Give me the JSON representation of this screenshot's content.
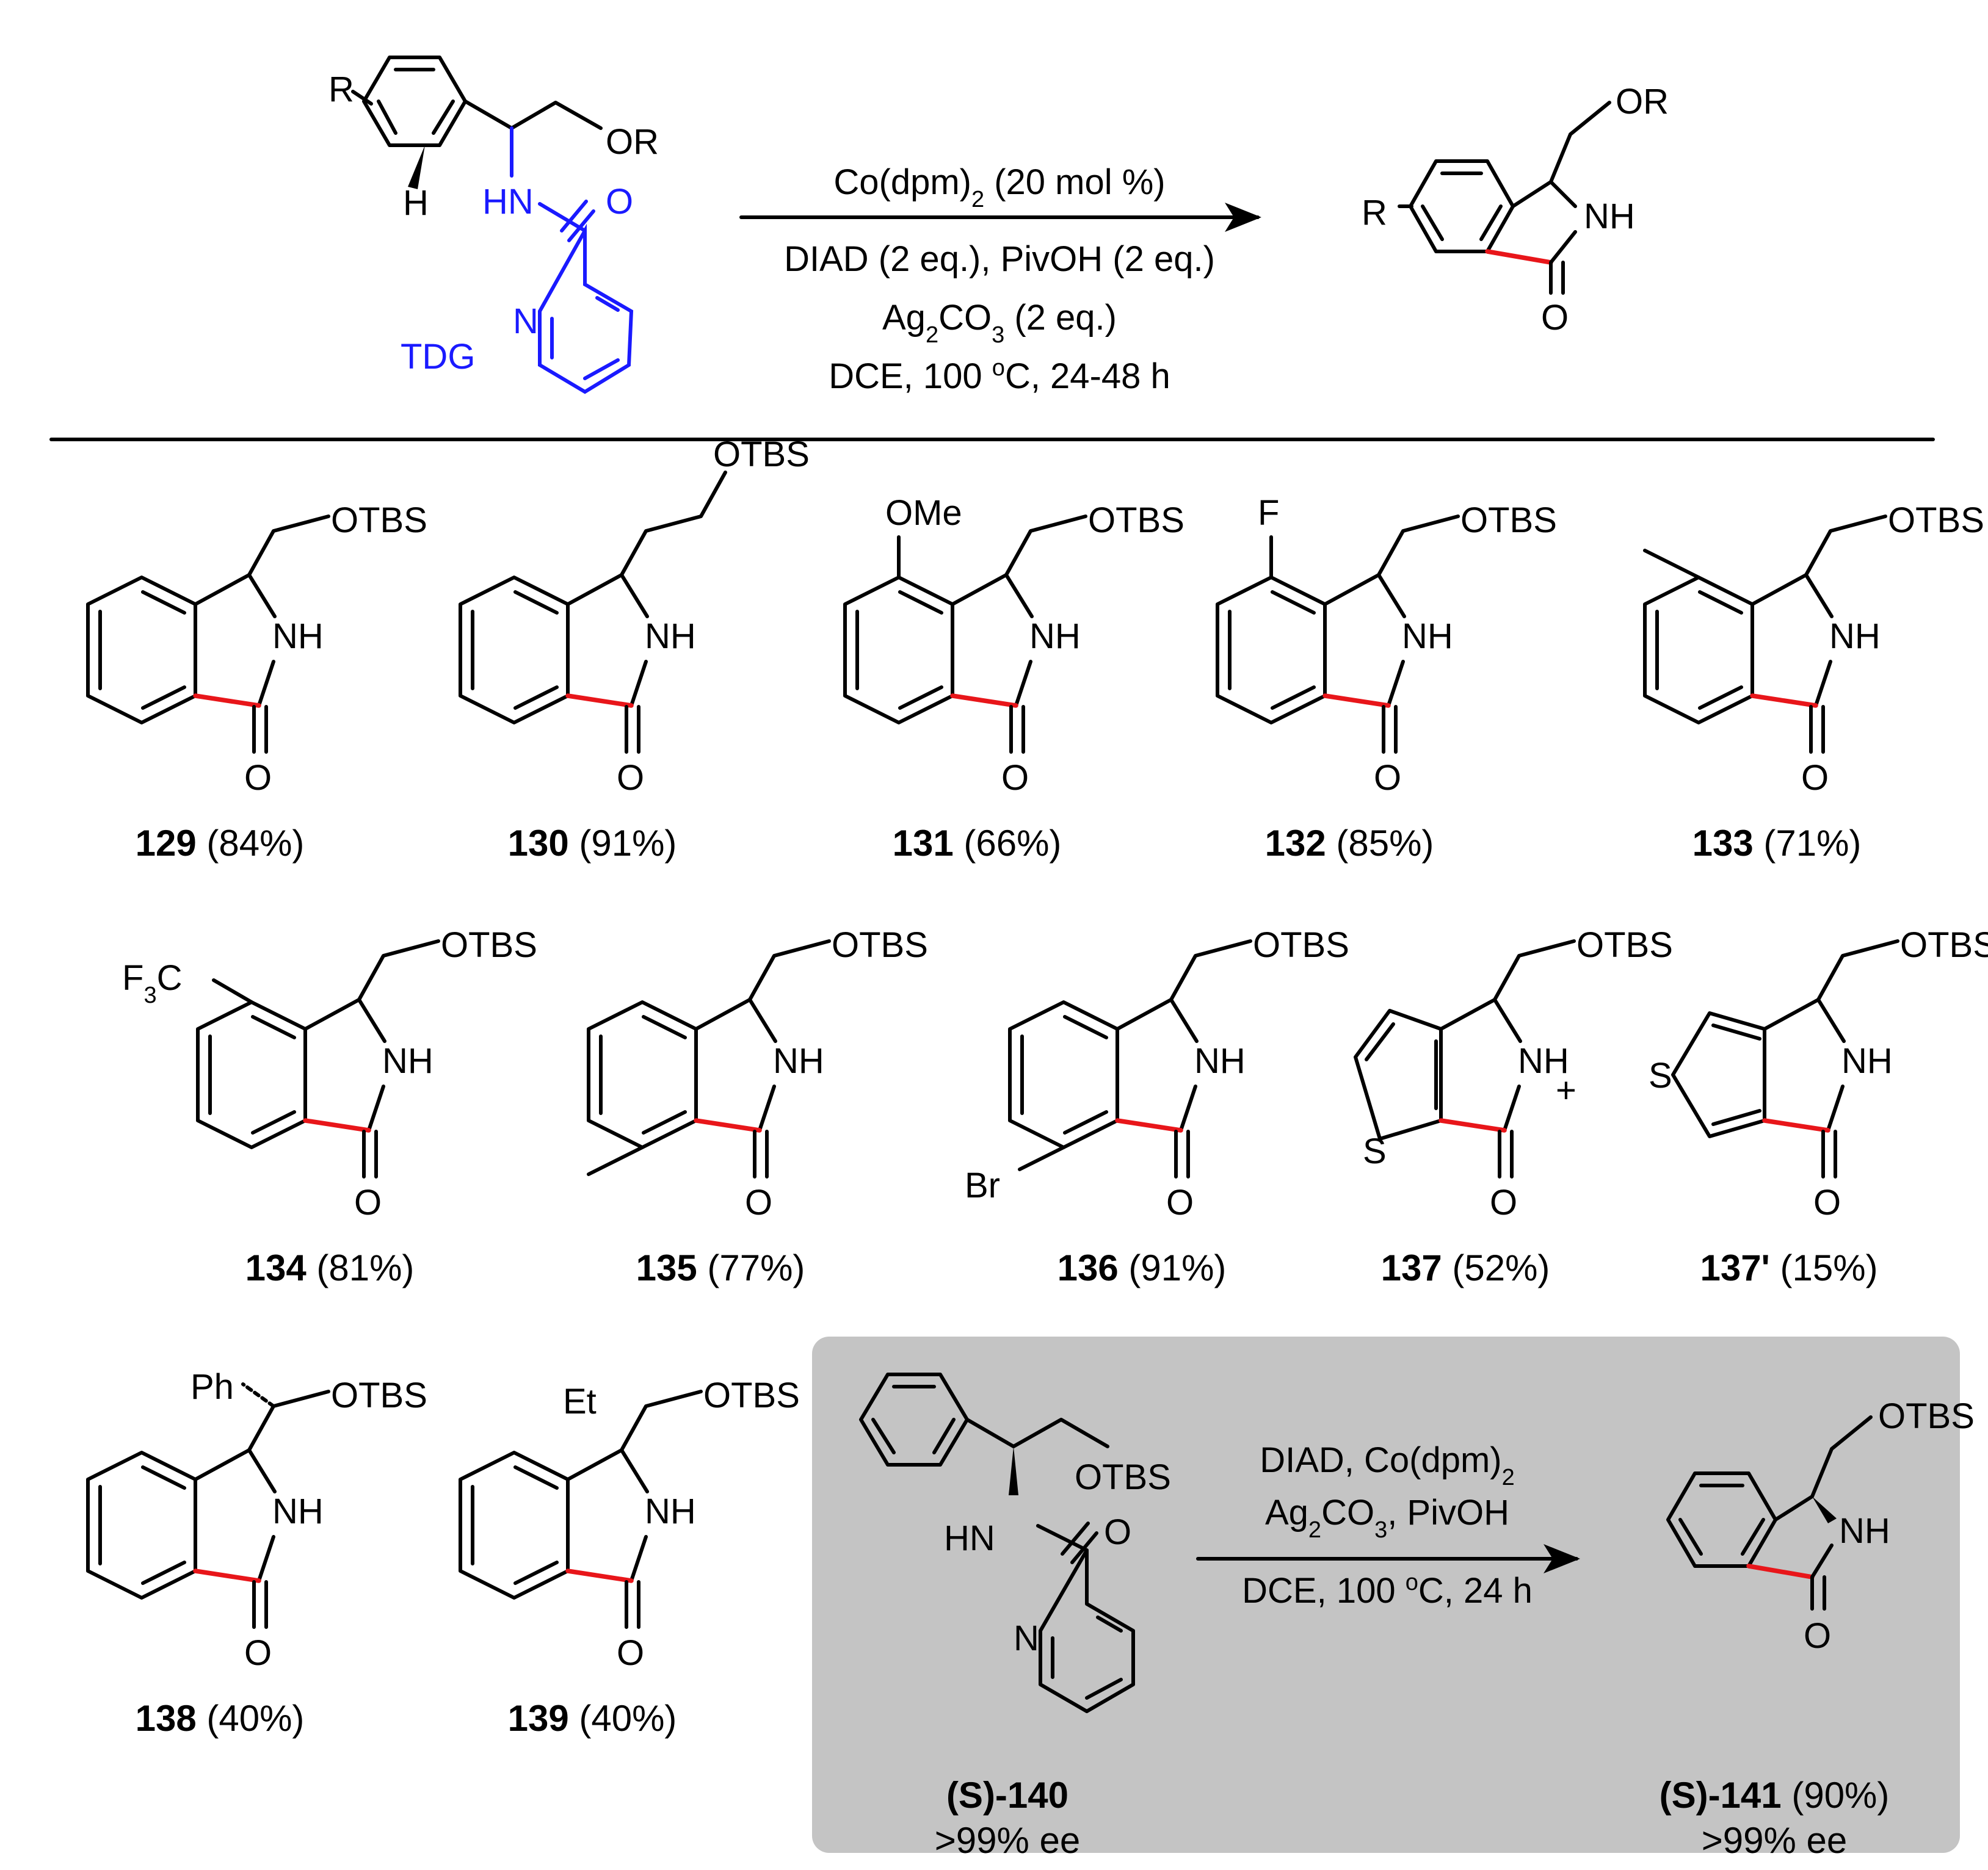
{
  "scheme": {
    "general": {
      "sm_r": "R",
      "sm_or": "OR",
      "sm_h": "H",
      "sm_hn": "HN",
      "sm_o": "O",
      "sm_n": "N",
      "tdg": "TDG",
      "cond_line1_a": "Co(dpm)",
      "cond_line1_sub": "2",
      "cond_line1_b": " (20 mol %)",
      "cond_line2": "DIAD (2 eq.), PivOH (2 eq.)",
      "cond_line3_a": "Ag",
      "cond_line3_sub1": "2",
      "cond_line3_b": "CO",
      "cond_line3_sub2": "3",
      "cond_line3_c": " (2 eq.)",
      "cond_line4_a": "DCE, 100 ",
      "cond_line4_sup": "o",
      "cond_line4_b": "C, 24-48 h",
      "prod_r": "R",
      "prod_or": "OR",
      "prod_nh": "NH",
      "prod_o": "O"
    },
    "common": {
      "otbs": "OTBS",
      "nh": "NH",
      "o": "O"
    },
    "products": [
      {
        "id": "129",
        "yield": " (84%)"
      },
      {
        "id": "130",
        "yield": " (91%)"
      },
      {
        "id": "131",
        "yield": " (66%)",
        "sub": "OMe"
      },
      {
        "id": "132",
        "yield": " (85%)",
        "sub": "F"
      },
      {
        "id": "133",
        "yield": " (71%)"
      },
      {
        "id": "134",
        "yield": " (81%)",
        "sub_a": "F",
        "sub_sub": "3",
        "sub_b": "C"
      },
      {
        "id": "135",
        "yield": " (77%)"
      },
      {
        "id": "136",
        "yield": " (91%)",
        "sub": "Br"
      },
      {
        "id": "137",
        "yield": " (52%)",
        "het": "S"
      },
      {
        "id": "137'",
        "yield": " (15%)",
        "het": "S"
      },
      {
        "id": "138",
        "yield": " (40%)",
        "sub": "Ph"
      },
      {
        "id": "139",
        "yield": " (40%)",
        "sub": "Et"
      }
    ],
    "plus": "+",
    "inset": {
      "sm_label": "(S)-140",
      "sm_ee": ">99% ee",
      "sm_otbs": "OTBS",
      "sm_hn": "HN",
      "sm_o": "O",
      "sm_n": "N",
      "cond_line1_a": "DIAD, Co(dpm)",
      "cond_line1_sub": "2",
      "cond_line2_a": "Ag",
      "cond_line2_sub1": "2",
      "cond_line2_b": "CO",
      "cond_line2_sub2": "3",
      "cond_line2_c": ", PivOH",
      "cond_line3_a": "DCE, 100 ",
      "cond_line3_sup": "o",
      "cond_line3_b": "C, 24 h",
      "prod_label": "(S)-141",
      "prod_yield": " (90%)",
      "prod_ee": ">99% ee",
      "prod_otbs": "OTBS",
      "prod_nh": "NH",
      "prod_o": "O"
    },
    "colors": {
      "new_bond": "#e8161a",
      "directing_group": "#1a1aff",
      "inset_bg": "#c4c4c4",
      "ink": "#000000"
    }
  }
}
